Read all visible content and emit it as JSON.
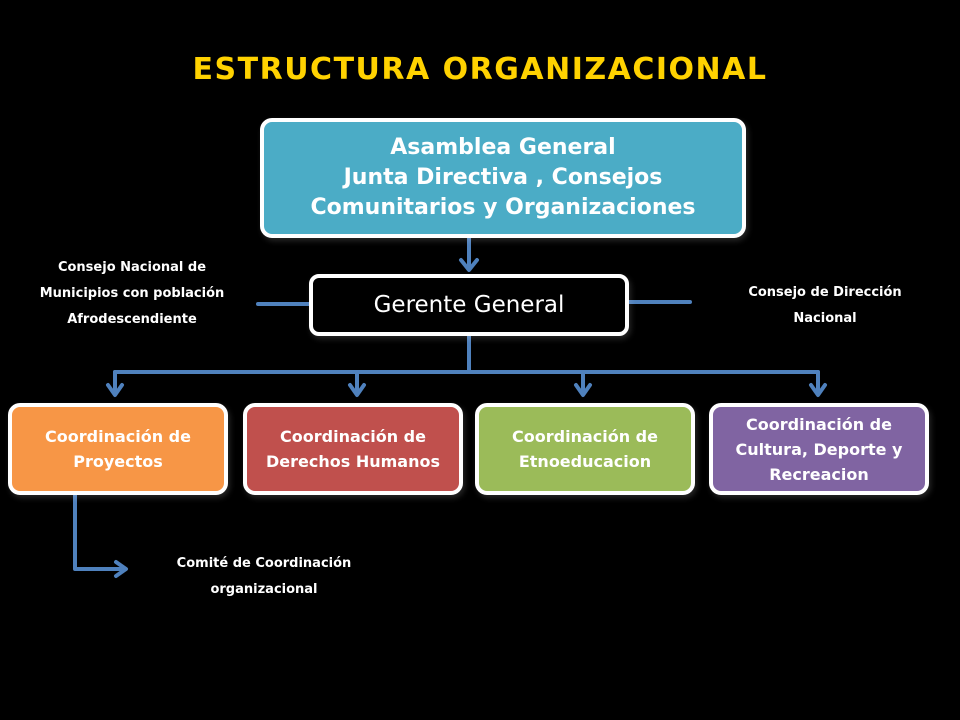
{
  "title": "ESTRUCTURA ORGANIZACIONAL",
  "top_box": {
    "line1": "Asamblea General",
    "line2": "Junta Directiva , Consejos",
    "line3": "Comunitarios y Organizaciones"
  },
  "gerente": "Gerente General",
  "left_council": "Consejo Nacional de Municipios con población Afrodescendiente",
  "right_council": "Consejo de Dirección Nacional",
  "coordinations": [
    "Coordinación de Proyectos",
    "Coordinación de Derechos Humanos",
    "Coordinación de Etnoeducacion",
    "Coordinación de Cultura, Deporte y Recreacion"
  ],
  "comite": "Comité de Coordinación organizacional",
  "colors": {
    "title": "#ffd200",
    "top_box": "#4bacc6",
    "proyectos": "#f79646",
    "derechos": "#c0504d",
    "etnoeducacion": "#9bbb59",
    "cultura": "#8064a2",
    "connector": "#4f81bd"
  }
}
